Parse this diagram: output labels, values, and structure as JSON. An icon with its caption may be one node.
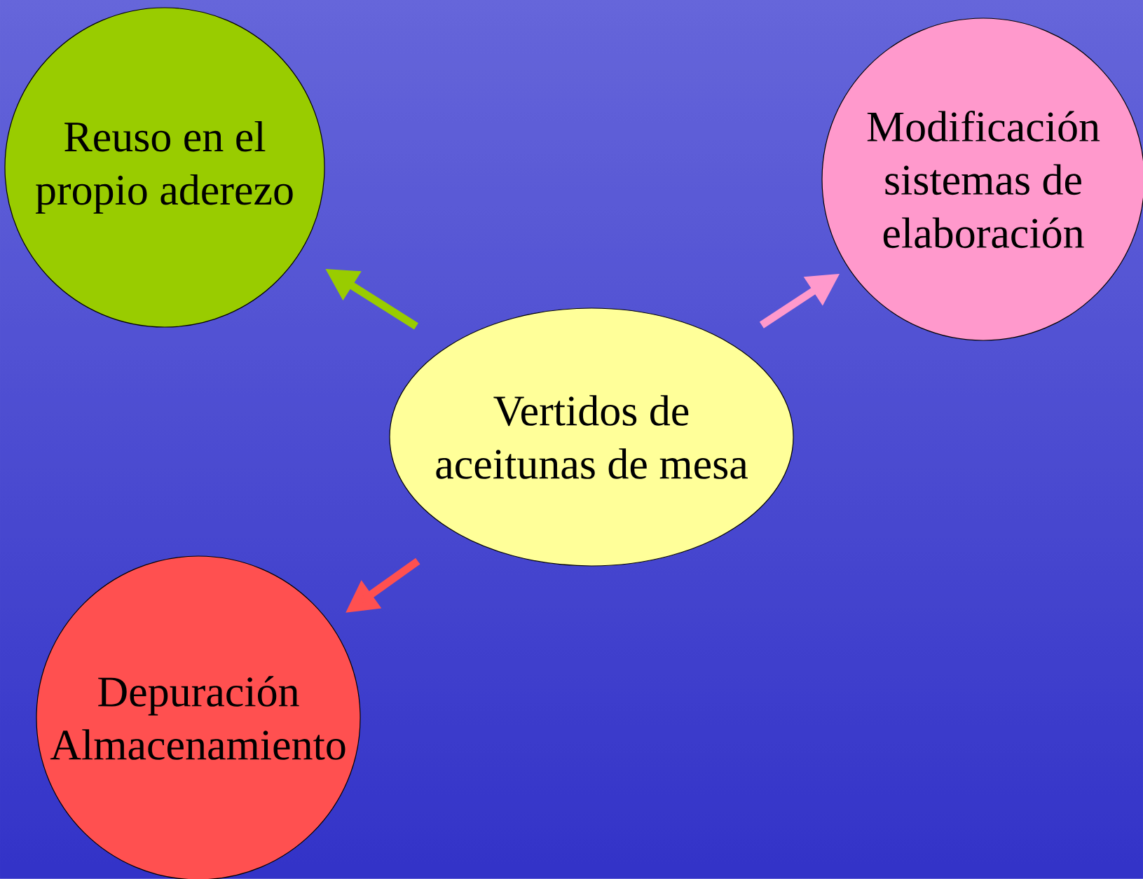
{
  "diagram": {
    "nodes": [
      {
        "text": [
          "Vertidos de aceitunas de mesa"
        ]
      },
      {
        "text": [
          "Reuso en el propio aderezo"
        ]
      },
      {
        "text": [
          "Modificación sistemas de elaboración"
        ]
      },
      {
        "text": [
          "Depuración Almacenamiento"
        ]
      }
    ],
    "edges": [
      {
        "from": 0,
        "to": 1,
        "arrow": "to",
        "color": "#99cc00"
      },
      {
        "from": 0,
        "to": 2,
        "arrow": "to",
        "color": "#ff99cc"
      },
      {
        "from": 0,
        "to": 3,
        "arrow": "to",
        "color": "#ff5050"
      }
    ]
  }
}
